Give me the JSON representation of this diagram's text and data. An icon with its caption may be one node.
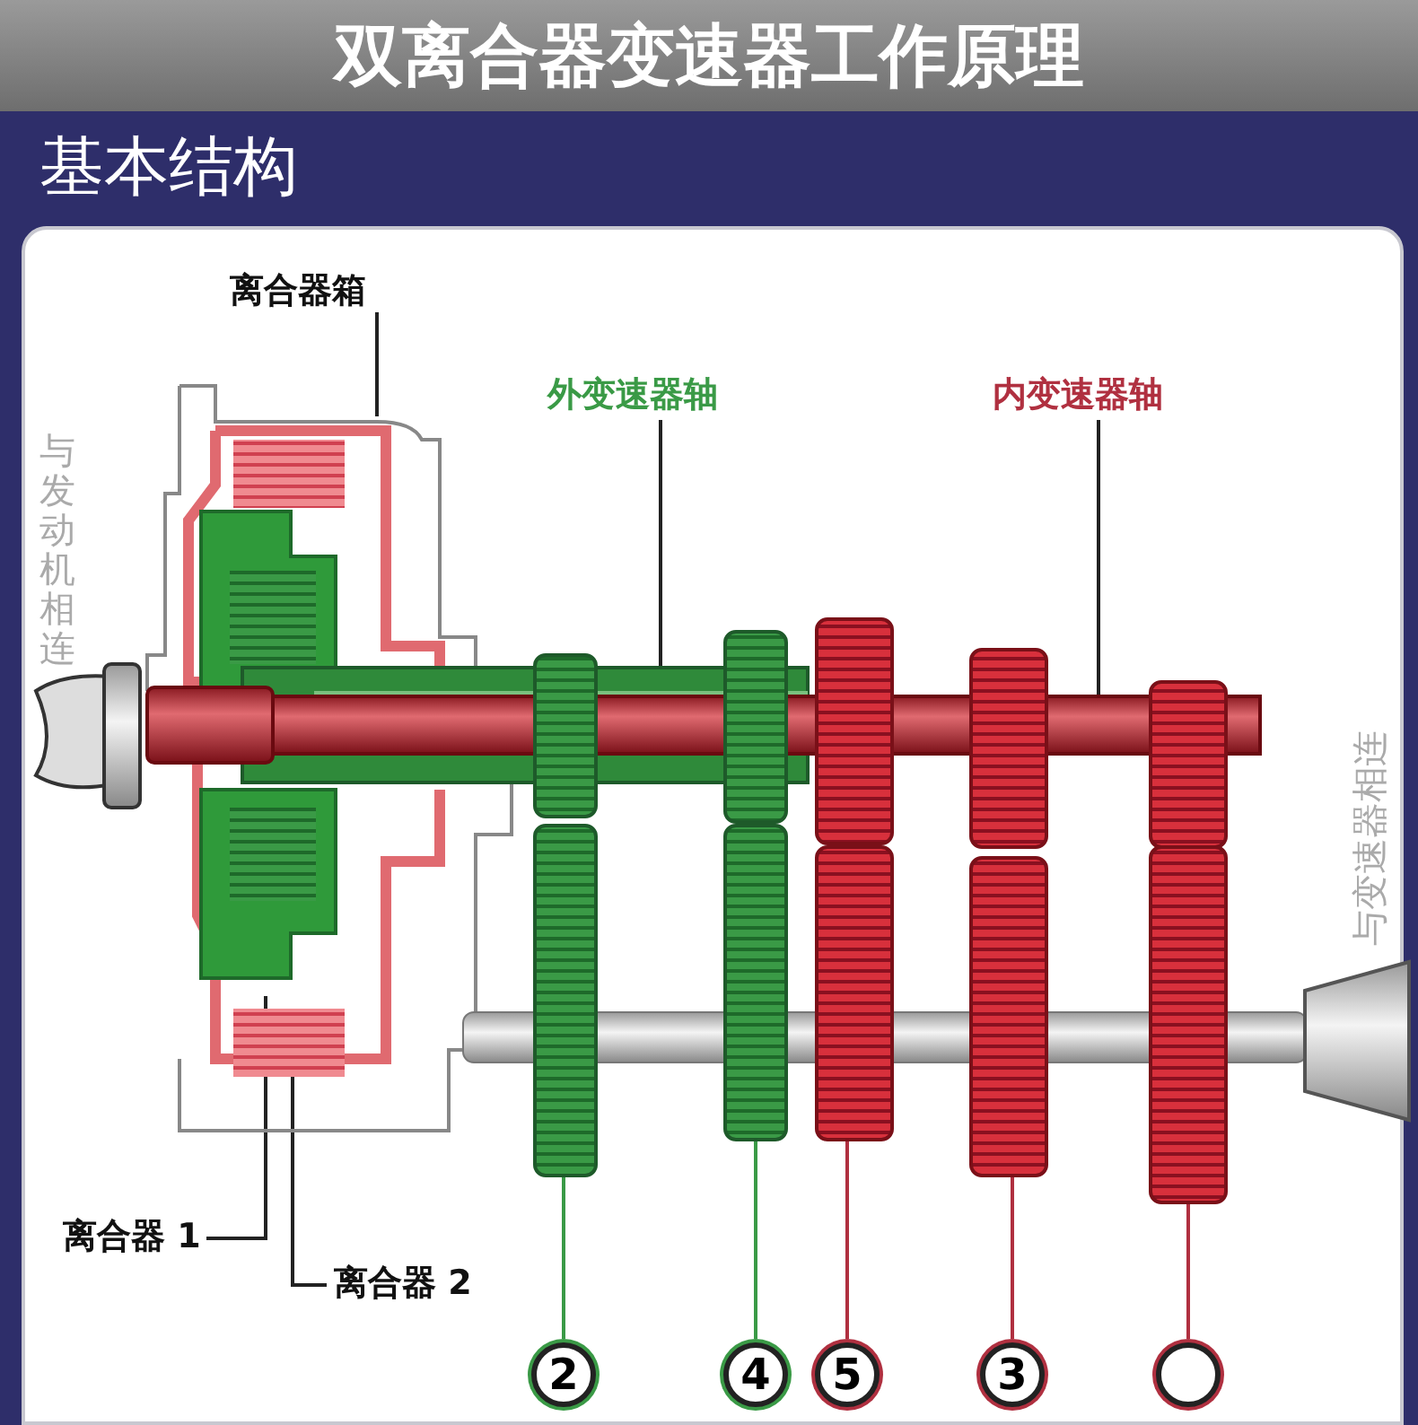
{
  "diagram": {
    "title": "双离合器变速器工作原理",
    "nodes": [
      {
        "text": [
          "离合器箱"
        ]
      },
      {
        "text": [
          "外变速器轴"
        ]
      },
      {
        "text": [
          "内变速器轴"
        ]
      },
      {
        "text": [
          "离合器 1"
        ]
      },
      {
        "text": [
          "离合器 2"
        ]
      },
      {
        "text": [
          "2"
        ]
      },
      {
        "text": [
          "4"
        ]
      },
      {
        "text": [
          "5"
        ]
      },
      {
        "text": [
          "3"
        ]
      },
      {
        "text": [],
        "shape": "circle"
      }
    ],
    "edges": [
      {
        "from": 0,
        "to": null,
        "arrow": "none"
      },
      {
        "from": 1,
        "to": null,
        "arrow": "none"
      },
      {
        "from": 2,
        "to": null,
        "arrow": "none"
      },
      {
        "from": 3,
        "to": null,
        "arrow": "none"
      },
      {
        "from": 4,
        "to": null,
        "arrow": "none"
      },
      {
        "from": 5,
        "to": null,
        "arrow": "none",
        "color": "#3a9a46"
      },
      {
        "from": 6,
        "to": null,
        "arrow": "none",
        "color": "#3a9a46"
      },
      {
        "from": 7,
        "to": null,
        "arrow": "none",
        "color": "#b03040"
      },
      {
        "from": 8,
        "to": null,
        "arrow": "none",
        "color": "#b03040"
      },
      {
        "from": 9,
        "to": null,
        "arrow": "none",
        "color": "#b03040"
      }
    ],
    "labels": [
      "基本结构",
      "与发动机相连",
      "与变速器相连"
    ]
  }
}
